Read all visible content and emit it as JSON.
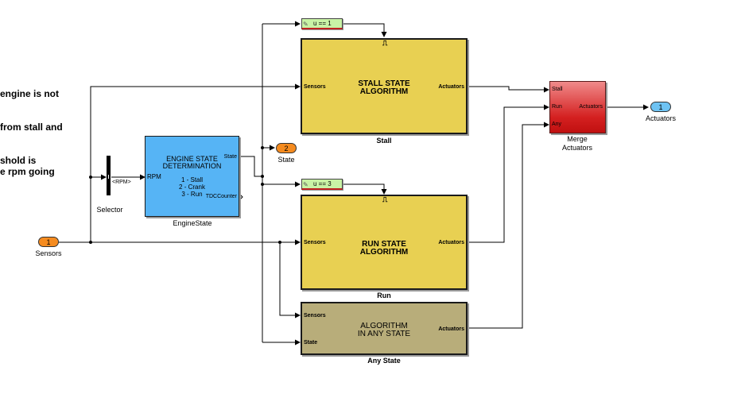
{
  "annotations": [
    "engine is not",
    "from stall and",
    "shold is\ne rpm going"
  ],
  "inports": {
    "sensors": {
      "number": "1",
      "label": "Sensors"
    }
  },
  "outports": {
    "state": {
      "number": "2",
      "label": "State"
    },
    "actuators": {
      "number": "1",
      "label": "Actuators"
    }
  },
  "selector": {
    "label": "Selector",
    "signal": "<RPM>"
  },
  "engine_state": {
    "title": "ENGINE STATE\nDETERMINATION",
    "states": "1 - Stall\n2 - Crank\n3 - Run",
    "port_in": "RPM",
    "port_out_state": "State",
    "port_out_tdc": "TDCCounter",
    "label": "EngineState"
  },
  "conditions": {
    "stall": "u == 1",
    "run": "u == 3"
  },
  "trigger_symbol": "⎍",
  "stall_block": {
    "title": "STALL STATE\nALGORITHM",
    "port_in": "Sensors",
    "port_out": "Actuators",
    "label": "Stall"
  },
  "run_block": {
    "title": "RUN STATE\nALGORITHM",
    "port_in": "Sensors",
    "port_out": "Actuators",
    "label": "Run"
  },
  "any_block": {
    "title": "ALGORITHM\nIN ANY STATE",
    "port_in_sensors": "Sensors",
    "port_in_state": "State",
    "port_out": "Actuators",
    "label": "Any State"
  },
  "merge_block": {
    "ports_in": [
      "Stall",
      "Run",
      "Any"
    ],
    "port_out": "Actuators",
    "label": "Merge\nActuators"
  },
  "colors": {
    "subsystem_yellow": "#e8d052",
    "subsystem_khaki": "#b8ad7a",
    "engine_state_blue": "#56b4f5",
    "merge_red": "#d42020",
    "inport_orange": "#f58b1f",
    "outport_blue": "#6ec3f3",
    "condition_green": "#c9f3a6"
  }
}
